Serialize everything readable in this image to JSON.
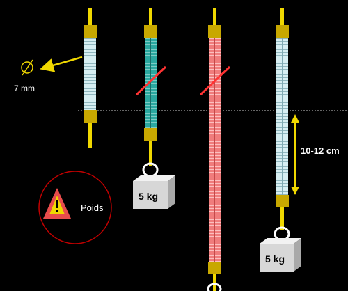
{
  "labels": {
    "diameter": "7 mm",
    "stretch": "10-12 cm",
    "weight_1": "5 kg",
    "weight_2": "5 kg",
    "warning": "Poids"
  },
  "colors": {
    "background": "#000000",
    "metal": "#f0d800",
    "clamp": "#c8a800",
    "cable_white": "#d6eef2",
    "cable_teal": "#2aa8a0",
    "cable_pink": "#f07c7c",
    "block": "#d7d7d7",
    "warning_circle": "#c00000",
    "warning_triangle": "#e84c4c",
    "strike": "#ff3333"
  },
  "icons": {
    "diameter_symbol": "diameter-icon",
    "warning_symbol": "warning-triangle-icon",
    "hook": "hook-ring-icon"
  }
}
